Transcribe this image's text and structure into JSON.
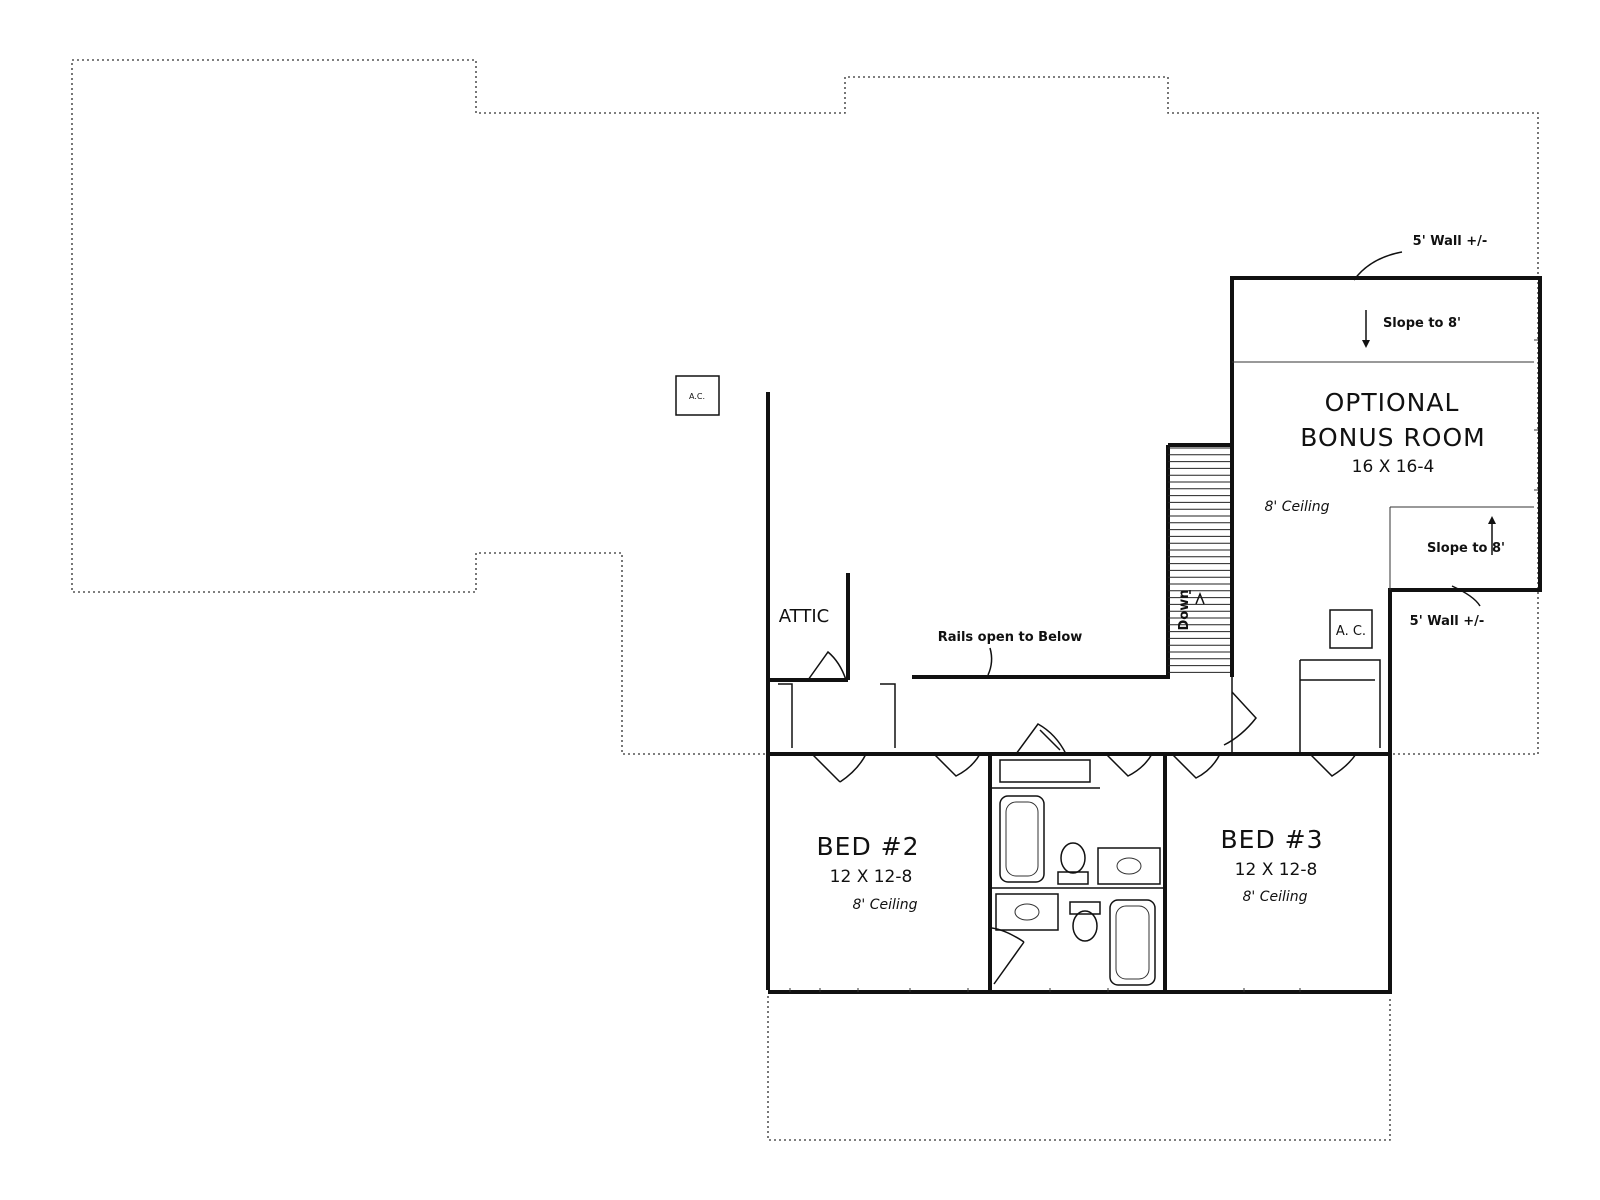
{
  "plan": {
    "bonus_room": {
      "name_line1": "OPTIONAL",
      "name_line2": "BONUS ROOM",
      "dimensions": "16 X 16-4",
      "ceiling": "8' Ceiling",
      "slope_top": "Slope to 8'",
      "slope_bottom": "Slope to 8'"
    },
    "bed2": {
      "name": "BED #2",
      "dimensions": "12 X 12-8",
      "ceiling": "8' Ceiling"
    },
    "bed3": {
      "name": "BED #3",
      "dimensions": "12 X 12-8",
      "ceiling": "8' Ceiling"
    },
    "attic_label": "ATTIC",
    "rails_label": "Rails open to Below",
    "stair_label": "Down",
    "wall_note_top": "5' Wall +/-",
    "wall_note_bottom": "5' Wall +/-",
    "ac_small": "A.C.",
    "ac_large": "A. C."
  }
}
